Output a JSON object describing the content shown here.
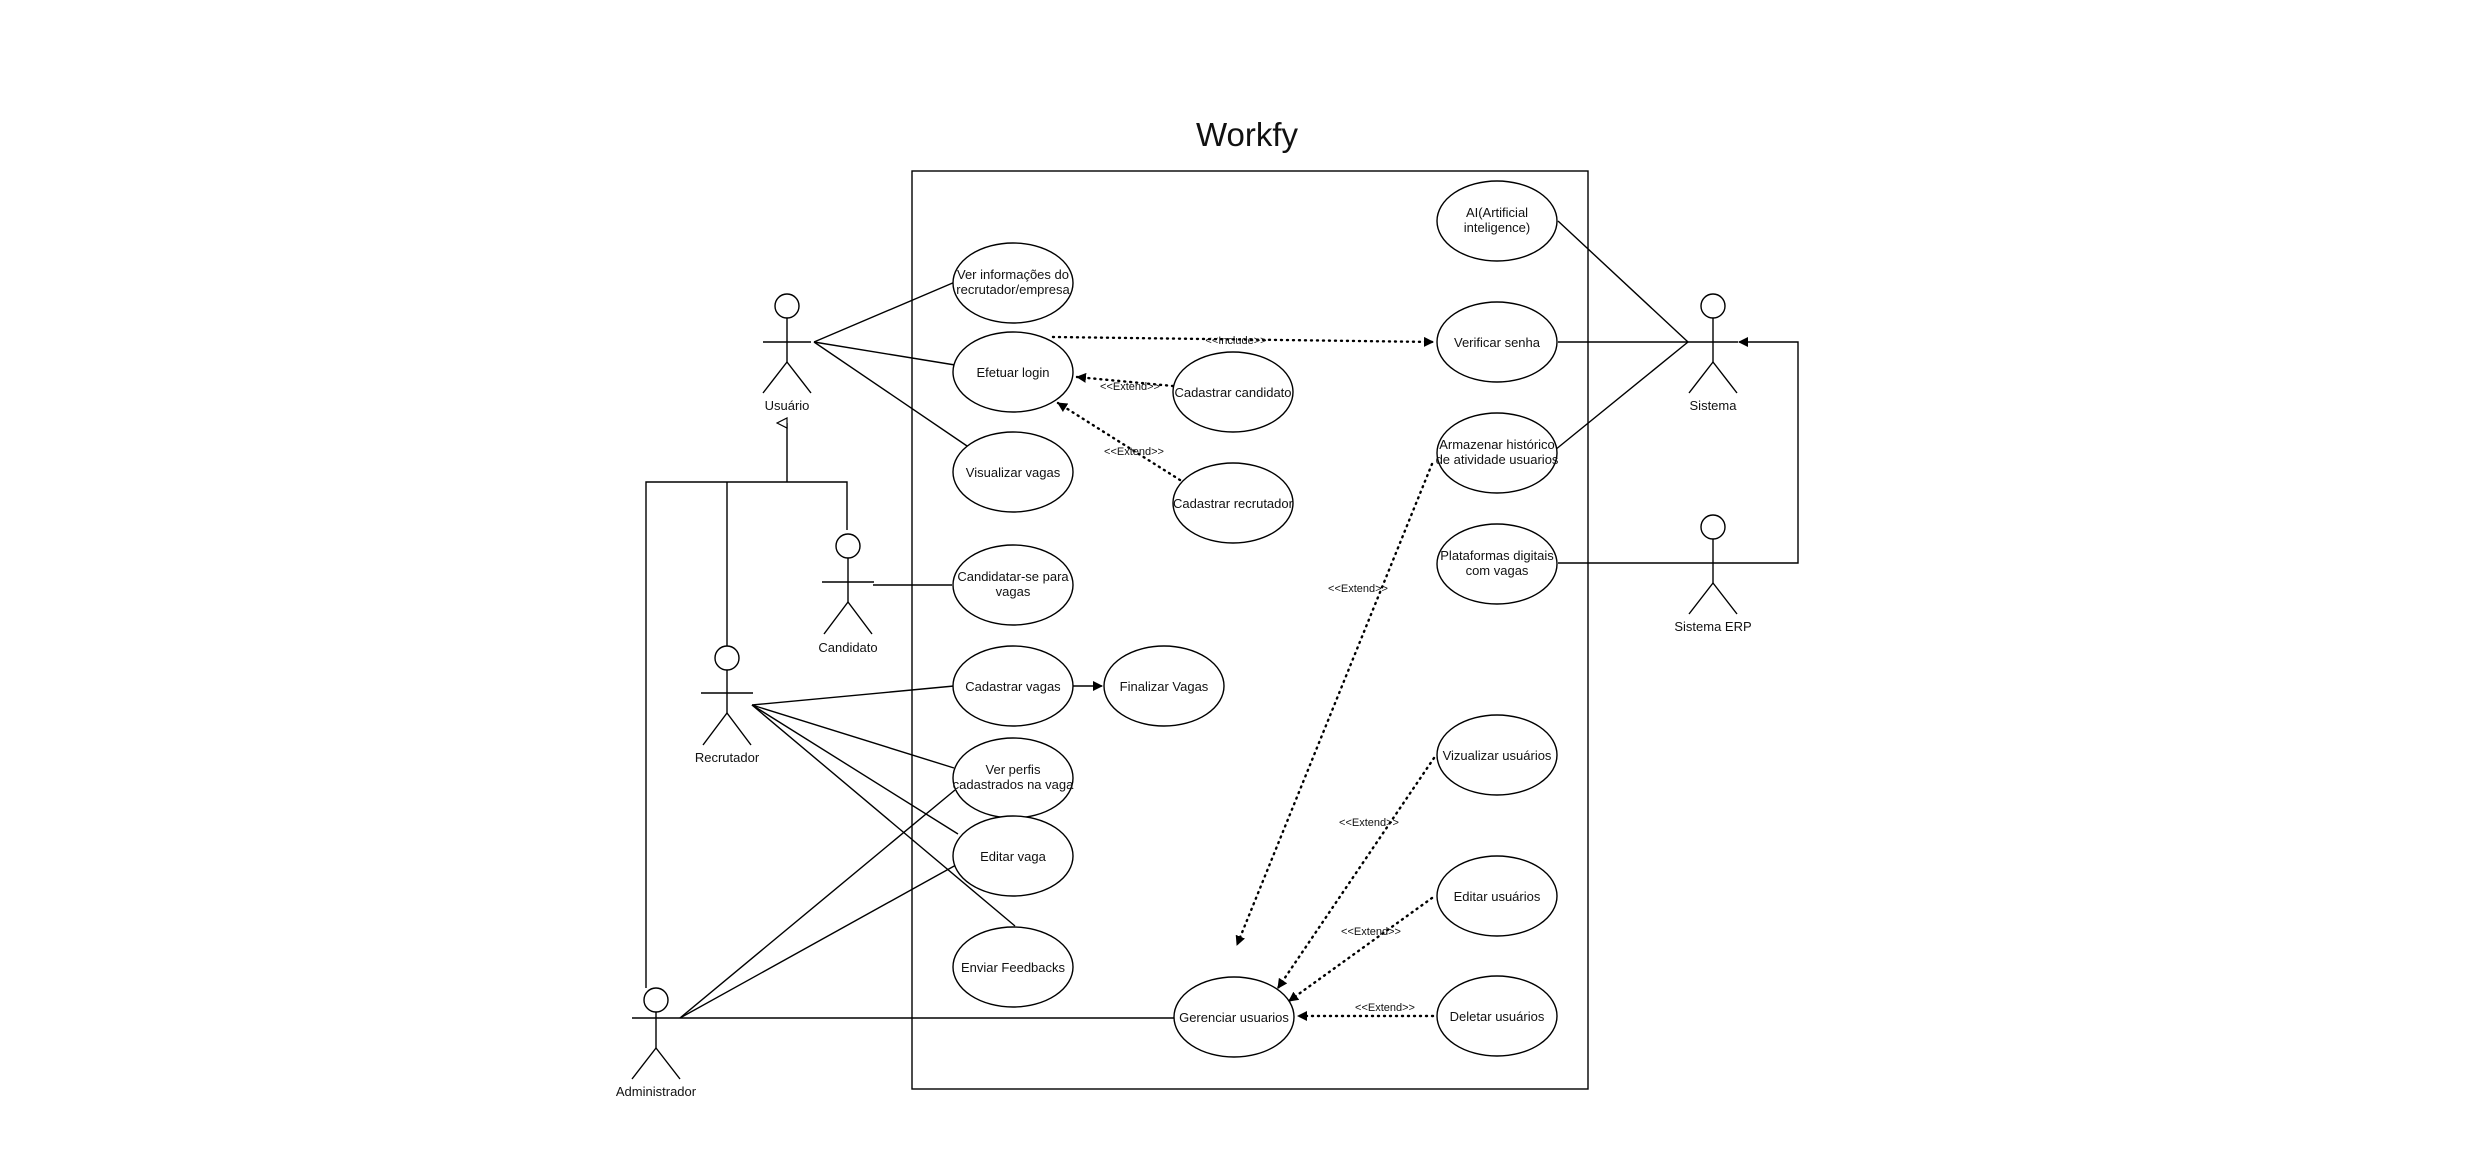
{
  "diagram": {
    "title": "Workfy",
    "actors": {
      "usuario": "Usuário",
      "candidato": "Candidato",
      "recrutador": "Recrutador",
      "administrador": "Administrador",
      "sistema": "Sistema",
      "sistema_erp": "Sistema ERP"
    },
    "use_cases": {
      "ver_info": [
        "Ver informações do",
        "recrutador/empresa"
      ],
      "efetuar_login": [
        "Efetuar login"
      ],
      "cadastrar_candidato": [
        "Cadastrar candidato"
      ],
      "visualizar_vagas": [
        "Visualizar vagas"
      ],
      "cadastrar_recrutador": [
        "Cadastrar recrutador"
      ],
      "candidatar_se": [
        "Candidatar-se para",
        "vagas"
      ],
      "cadastrar_vagas": [
        "Cadastrar vagas"
      ],
      "finalizar_vagas": [
        "Finalizar Vagas"
      ],
      "ver_perfis": [
        "Ver perfis",
        "cadastrados na vaga"
      ],
      "editar_vaga": [
        "Editar vaga"
      ],
      "enviar_feedbacks": [
        "Enviar Feedbacks"
      ],
      "gerenciar_usuarios": [
        "Gerenciar usuarios"
      ],
      "ai": [
        "AI(Artificial",
        "inteligence)"
      ],
      "verificar_senha": [
        "Verificar senha"
      ],
      "armazenar_historico": [
        "Armazenar histórico",
        "de atividade usuarios"
      ],
      "plataformas_digitais": [
        "Plataformas digitais",
        "com vagas"
      ],
      "vizualizar_usuarios": [
        "Vizualizar usuários"
      ],
      "editar_usuarios": [
        "Editar usuários"
      ],
      "deletar_usuarios": [
        "Deletar usuários"
      ]
    },
    "relation_labels": {
      "include_login_senha": "<<Include>>",
      "extend_cand_login": "<<Extend>>",
      "extend_recr_login": "<<Extend>>",
      "extend_hist_gerenciar": "<<Extend>>",
      "extend_vizualizar": "<<Extend>>",
      "extend_editar": "<<Extend>>",
      "extend_deletar": "<<Extend>>"
    }
  }
}
